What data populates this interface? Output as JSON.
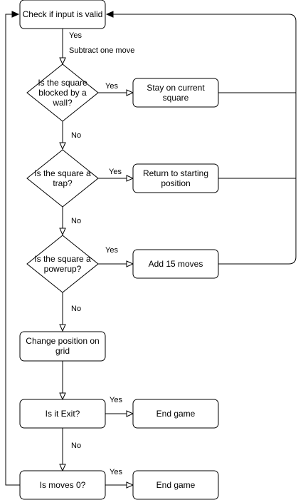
{
  "nodes": {
    "check_input": "Check if input is valid",
    "blocked": [
      "Is the square",
      "blocked by a",
      "wall?"
    ],
    "stay": [
      "Stay on current",
      "square"
    ],
    "trap": [
      "Is the square a",
      "trap?"
    ],
    "return_start": [
      "Return to starting",
      "position"
    ],
    "powerup": [
      "Is the square a",
      "powerup?"
    ],
    "add_moves": "Add 15 moves",
    "change_pos": [
      "Change position on",
      "grid"
    ],
    "is_exit": "Is it Exit?",
    "end_game_1": "End game",
    "is_moves0": "Is moves 0?",
    "end_game_2": "End game"
  },
  "edge_labels": {
    "yes_check": "Yes",
    "subtract": "Subtract one move",
    "yes_blocked": "Yes",
    "no_blocked": "No",
    "yes_trap": "Yes",
    "no_trap": "No",
    "yes_powerup": "Yes",
    "no_powerup": "No",
    "yes_exit": "Yes",
    "no_exit": "No",
    "yes_moves0": "Yes"
  },
  "colors": {
    "stroke": "#000000",
    "fill": "#ffffff"
  }
}
